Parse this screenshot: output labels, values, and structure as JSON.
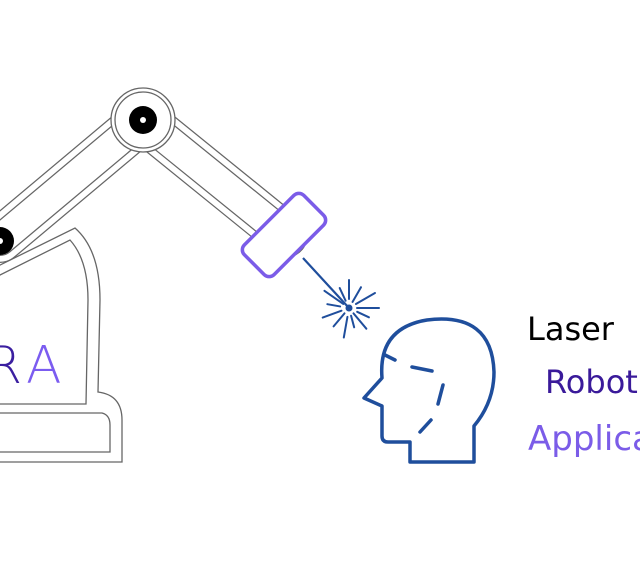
{
  "logo": {
    "letter_1": "R",
    "letter_2": "A"
  },
  "headline": {
    "line_1": "Laser",
    "line_2": "Robot",
    "line_3": "Applica"
  },
  "colors": {
    "outline": "#666666",
    "joint": "#000000",
    "effector": "#7b5ce8",
    "laser": "#1f4e9c",
    "head": "#1f4e9c",
    "line_1": "#000000",
    "line_2": "#3a1a9a",
    "line_3": "#7b5ce8",
    "logo_1": "#3b1fa0",
    "logo_2": "#7b5cf0"
  },
  "icons": [
    "robot-arm-icon",
    "laser-spark-icon",
    "human-head-icon"
  ]
}
